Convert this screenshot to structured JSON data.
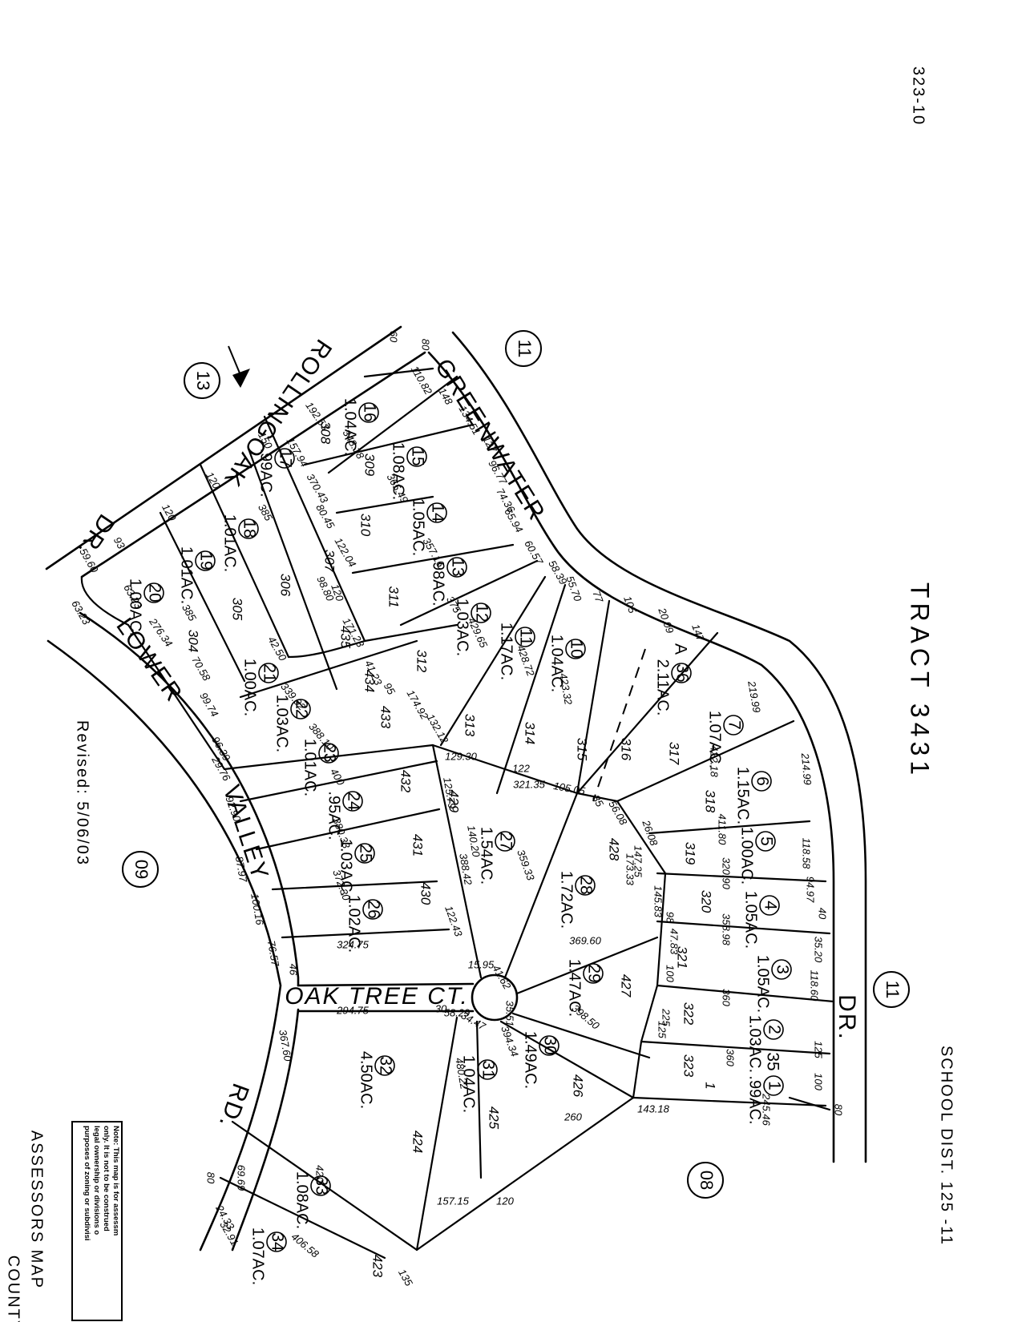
{
  "header": {
    "page_ref": "323-10",
    "tract": "TRACT  3431",
    "school_district": "SCHOOL  DIST. 125 -11",
    "revised": "Revised: 5/06/03",
    "title": "ASSESSORS  MAP",
    "county": "COUNTY"
  },
  "note": {
    "line1": "Note: This map is for assessm",
    "line2": "only. It is not to be construed",
    "line3": "legal ownership or divisions o",
    "line4": "purposes of zoning or subdivisi"
  },
  "streets": {
    "rollingoak": "ROLLINGOAK",
    "rollingoak_dr": "DR.",
    "greenwater": "GREENWATER",
    "greenwater_dr": "DR.",
    "lower": "LOWER",
    "valley": "VALLEY",
    "rd": "RD.",
    "oak_tree_ct": "OAK TREE CT."
  },
  "book_pages": {
    "p11_top": "11",
    "p13": "13",
    "p09": "09",
    "p11_right": "11",
    "p08": "08"
  },
  "parcels": [
    {
      "num": "1",
      "acres": ".99AC.",
      "lot": "35"
    },
    {
      "num": "2",
      "acres": "1.03AC.",
      "lot": "2"
    },
    {
      "num": "3",
      "acres": "1.05AC.",
      "lot": "3"
    },
    {
      "num": "4",
      "acres": "1.05AC.",
      "lot": "4"
    },
    {
      "num": "5",
      "acres": "1.00AC.",
      "lot": "5"
    },
    {
      "num": "6",
      "acres": "1.15AC.",
      "lot": "6"
    },
    {
      "num": "7",
      "acres": "1.07AC.",
      "lot": "7"
    },
    {
      "num": "36",
      "acres": "2.11AC.",
      "lot": "A"
    },
    {
      "num": "10",
      "acres": "1.04AC."
    },
    {
      "num": "11",
      "acres": "1.17AC."
    },
    {
      "num": "12",
      "acres": "1.03AC."
    },
    {
      "num": "13",
      "acres": ".98AC."
    },
    {
      "num": "14",
      "acres": "1.05AC."
    },
    {
      "num": "15",
      "acres": "1.08AC."
    },
    {
      "num": "16",
      "acres": "1.04AC."
    },
    {
      "num": "17",
      "acres": ".99AC."
    },
    {
      "num": "18",
      "acres": "1.01AC."
    },
    {
      "num": "19",
      "acres": "1.01AC."
    },
    {
      "num": "20",
      "acres": "1.00AC."
    },
    {
      "num": "21",
      "acres": "1.00AC."
    },
    {
      "num": "22",
      "acres": "1.03AC."
    },
    {
      "num": "23",
      "acres": "1.01AC."
    },
    {
      "num": "24",
      "acres": ".95AC."
    },
    {
      "num": "25",
      "acres": "1.03AC."
    },
    {
      "num": "26",
      "acres": "1.02AC."
    },
    {
      "num": "27",
      "acres": "1.54AC."
    },
    {
      "num": "28",
      "acres": "1.72AC."
    },
    {
      "num": "29",
      "acres": "1.47AC."
    },
    {
      "num": "30",
      "acres": "1.49AC."
    },
    {
      "num": "31",
      "acres": "1.04AC."
    },
    {
      "num": "32",
      "acres": "4.50AC."
    },
    {
      "num": "33",
      "acres": "1.08AC."
    },
    {
      "num": "34",
      "acres": "1.07AC."
    }
  ],
  "lot_numbers": {
    "l1": "1",
    "l304": "304",
    "l305": "305",
    "l306": "306",
    "l307": "307",
    "l308": "308",
    "l309": "309",
    "l310": "310",
    "l311": "311",
    "l312": "312",
    "l313": "313",
    "l314": "314",
    "l315": "315",
    "l316": "316",
    "l317": "317",
    "l318": "318",
    "l319": "319",
    "l320": "320",
    "l321": "321",
    "l322": "322",
    "l323": "323",
    "l423": "423",
    "l424": "424",
    "l425": "425",
    "l426": "426",
    "l427": "427",
    "l428": "428",
    "l429": "429",
    "l430": "430",
    "l431": "431",
    "l432": "432",
    "l433": "433",
    "l434": "434",
    "l435": "435"
  },
  "dimensions": {
    "d60a": "60",
    "d80a": "80",
    "d11082": "110.82",
    "d148": "148",
    "d13451": "134.51",
    "d127": "127",
    "d9677": "96.77",
    "d7436": "74.36",
    "d6594": "65.94",
    "d6057": "60.57",
    "d5839": "58.39",
    "d5570": "55.70",
    "d77": "77",
    "d105": "105",
    "d2009": "20.09",
    "d147": "147",
    "d21999": "219.99",
    "d21499": "214.99",
    "d11858": "118.58",
    "d9497": "94.97",
    "d40": "40",
    "d3520": "35.20",
    "d11860": "118.60",
    "d125a": "125",
    "d100a": "100",
    "d80b": "80",
    "d42218": "422.18",
    "d41180": "411.80",
    "d32090": "320.90",
    "d35898": "358.98",
    "d360a": "360",
    "d360b": "360",
    "d24546": "245.46",
    "d14318": "143.18",
    "d42332": "423.32",
    "d42872": "428.72",
    "d42965": "429.65",
    "d375": "375",
    "d35716": "357.16",
    "d36549": "365.49",
    "d34818": "348.18",
    "d19253": "192.53",
    "d150a": "150",
    "d15794": "157.94",
    "d37043": "370.43",
    "d8045": "80.45",
    "d12204": "122.04",
    "d9880": "98.80",
    "d385a": "385",
    "d120a": "120",
    "d120b": "120",
    "d93": "93",
    "d5960": "59.60",
    "d6323": "63.23",
    "d27634": "276.34",
    "d385b": "385",
    "d4250": "42.50",
    "d17123": "171.23",
    "d120c": "120",
    "d4123": "41.23",
    "d95": "95",
    "d17492": "174.92",
    "d13212": "132.12",
    "d7058": "70.58",
    "d33992": "339.92",
    "d9974": "99.74",
    "d38810": "388.10",
    "d9639": "96.39",
    "d2976": "29.76",
    "d9290": "92.90",
    "d400": "400",
    "d8797": "87.97",
    "d38033": "380.33",
    "d10016": "100.16",
    "d37230": "372.30",
    "d7657": "76.57",
    "d32475": "324.75",
    "d46": "46",
    "d29475": "294.75",
    "d30": "30",
    "d5829": "58.29",
    "d3447": "34.47",
    "d3551": "35.51",
    "d4162": "41.62",
    "d1595": "15.95",
    "d12243": "122.43",
    "d38842": "388.42",
    "d14020": "140.20",
    "d12579": "125.79",
    "d35933": "359.33",
    "d36960": "369.60",
    "d12930": "129.30",
    "d122": "122",
    "d32135": "321.35",
    "d10505": "105.05",
    "d35": "35",
    "d5608": "56.08",
    "d14725": "147.25",
    "d17333": "173.33",
    "d2608": "26.08",
    "d14583": "145.83",
    "d98": "98",
    "d4783": "47.83",
    "d100b": "100",
    "d225": "225",
    "d125b": "125",
    "d39850": "398.50",
    "d39434": "394.34",
    "d48022": "480.22",
    "d260": "260",
    "d120d": "120",
    "d15715": "157.15",
    "d36760": "367.60",
    "d420": "420",
    "d40658": "406.58",
    "d80c": "80",
    "d6969": "69.69",
    "d135": "135",
    "d2433": "24.33",
    "d3291": "32.91",
    "d6323b": "63.23"
  }
}
